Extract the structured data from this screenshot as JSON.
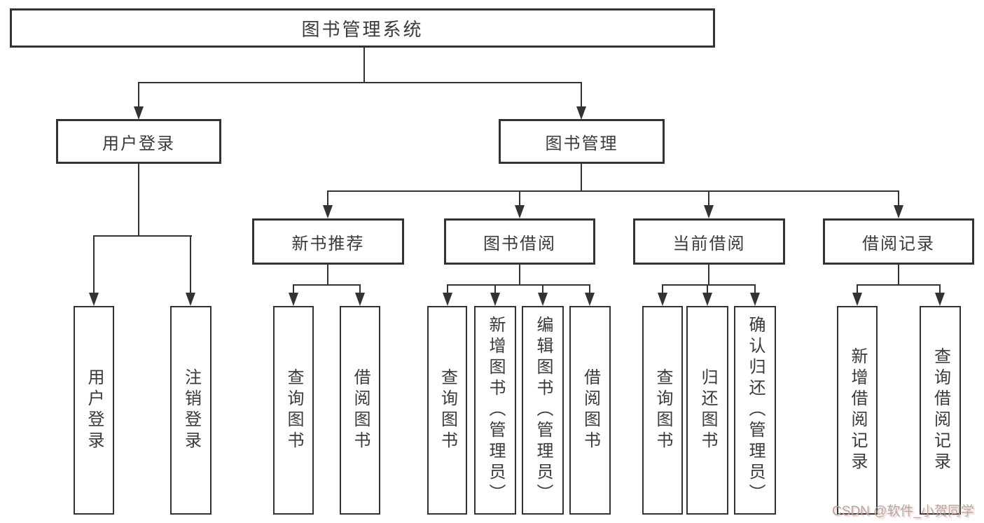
{
  "diagram": {
    "root": "图书管理系统",
    "branches": [
      {
        "label": "用户登录",
        "children": [
          {
            "label": "用户登录"
          },
          {
            "label": "注销登录"
          }
        ]
      },
      {
        "label": "图书管理",
        "children": [
          {
            "label": "新书推荐",
            "children": [
              {
                "label": "查询图书"
              },
              {
                "label": "借阅图书"
              }
            ]
          },
          {
            "label": "图书借阅",
            "children": [
              {
                "label": "查询图书"
              },
              {
                "label": "新增图书（管理员）"
              },
              {
                "label": "编辑图书（管理员）"
              },
              {
                "label": "借阅图书"
              }
            ]
          },
          {
            "label": "当前借阅",
            "children": [
              {
                "label": "查询图书"
              },
              {
                "label": "归还图书"
              },
              {
                "label": "确认归还（管理员）"
              }
            ]
          },
          {
            "label": "借阅记录",
            "children": [
              {
                "label": "新增借阅记录"
              },
              {
                "label": "查询借阅记录"
              }
            ]
          }
        ]
      }
    ]
  },
  "watermark": "CSDN @软件_小贺同学",
  "colors": {
    "line": "#333333",
    "box_border": "#333333",
    "text": "#3a3a3a",
    "background": "#ffffff",
    "watermark_text": "#ababab",
    "watermark_shadow": "#fc5531"
  }
}
